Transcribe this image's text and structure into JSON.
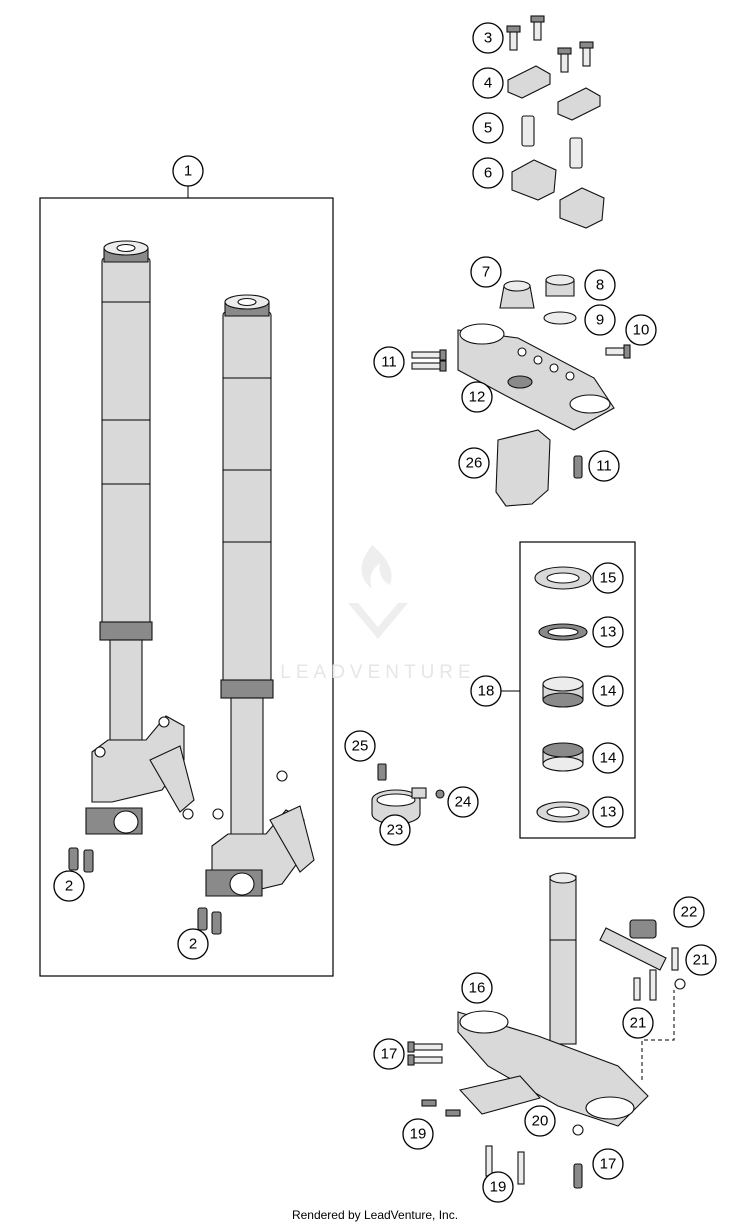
{
  "callouts": [
    "1",
    "2",
    "2",
    "3",
    "4",
    "5",
    "6",
    "7",
    "8",
    "9",
    "10",
    "11",
    "11",
    "12",
    "26",
    "15",
    "13",
    "18",
    "14",
    "14",
    "13",
    "25",
    "24",
    "23",
    "22",
    "21",
    "21",
    "16",
    "17",
    "20",
    "19",
    "17",
    "19"
  ],
  "footer": "Rendered by LeadVenture, Inc.",
  "watermark": "LEADVENTURE",
  "colors": {
    "part_fill": "#d9d9d9",
    "part_dark": "#8a8a8a",
    "outline": "#111111"
  }
}
